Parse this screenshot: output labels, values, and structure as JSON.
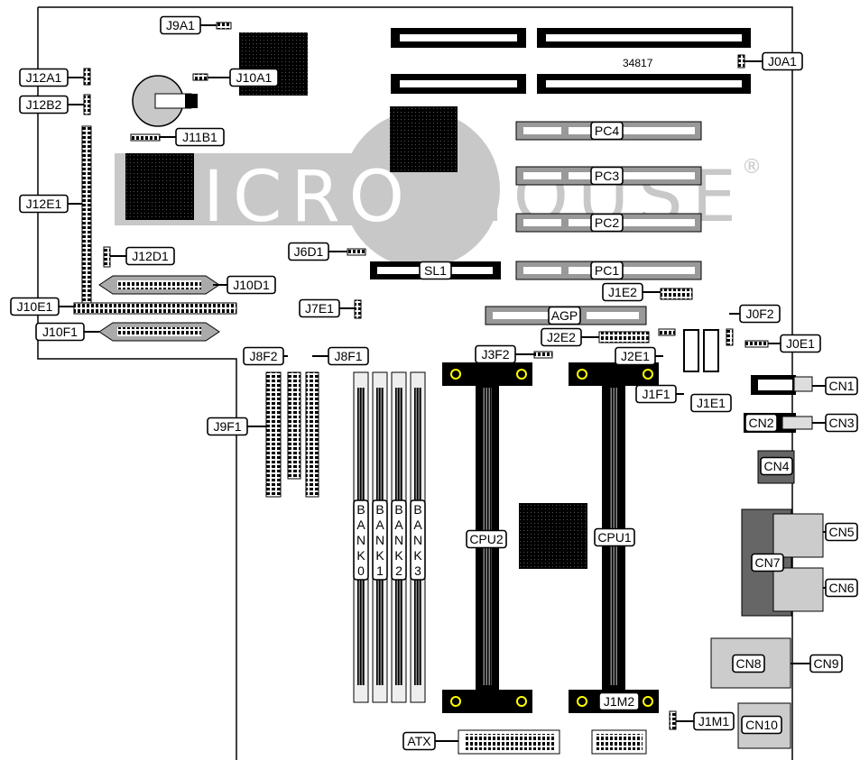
{
  "board": {
    "id_number": "34817",
    "logo_text": "ICROHOUSE",
    "logo_mark": "®"
  },
  "banks": [
    {
      "letters": [
        "B",
        "A",
        "N",
        "K",
        "0"
      ]
    },
    {
      "letters": [
        "B",
        "A",
        "N",
        "K",
        "1"
      ]
    },
    {
      "letters": [
        "B",
        "A",
        "N",
        "K",
        "2"
      ]
    },
    {
      "letters": [
        "B",
        "A",
        "N",
        "K",
        "3"
      ]
    }
  ],
  "labels": [
    {
      "name": "J9A1"
    },
    {
      "name": "J10A1"
    },
    {
      "name": "J12A1"
    },
    {
      "name": "J12B2"
    },
    {
      "name": "J11B1"
    },
    {
      "name": "J12E1"
    },
    {
      "name": "J12D1"
    },
    {
      "name": "J10D1"
    },
    {
      "name": "J10E1"
    },
    {
      "name": "J10F1"
    },
    {
      "name": "J6D1"
    },
    {
      "name": "J7E1"
    },
    {
      "name": "J0A1"
    },
    {
      "name": "PC4"
    },
    {
      "name": "PC3"
    },
    {
      "name": "PC2"
    },
    {
      "name": "PC1"
    },
    {
      "name": "SL1"
    },
    {
      "name": "J1E2"
    },
    {
      "name": "AGP"
    },
    {
      "name": "J0F2"
    },
    {
      "name": "J2E2"
    },
    {
      "name": "J0E1"
    },
    {
      "name": "J3F2"
    },
    {
      "name": "J2E1"
    },
    {
      "name": "J1F1"
    },
    {
      "name": "J1E1"
    },
    {
      "name": "CN1"
    },
    {
      "name": "CN2"
    },
    {
      "name": "CN3"
    },
    {
      "name": "CN4"
    },
    {
      "name": "CN5"
    },
    {
      "name": "CN7"
    },
    {
      "name": "CN6"
    },
    {
      "name": "CN8"
    },
    {
      "name": "CN9"
    },
    {
      "name": "CN10"
    },
    {
      "name": "J8F2"
    },
    {
      "name": "J8F1"
    },
    {
      "name": "J9F1"
    },
    {
      "name": "CPU2"
    },
    {
      "name": "CPU1"
    },
    {
      "name": "J1M2"
    },
    {
      "name": "J1M1"
    },
    {
      "name": "ATX"
    }
  ]
}
